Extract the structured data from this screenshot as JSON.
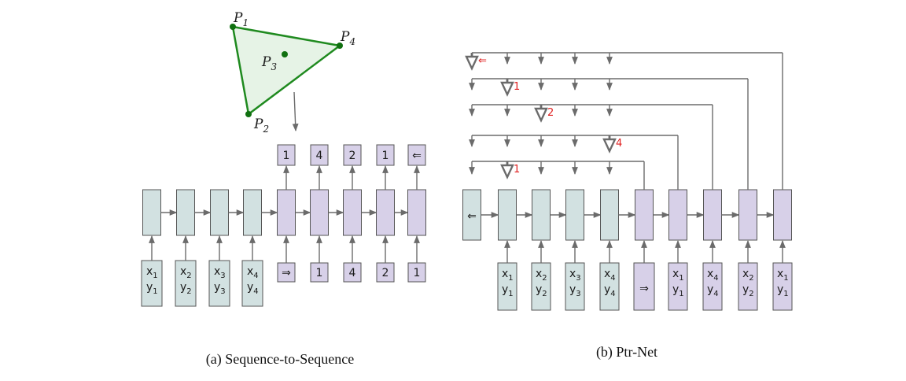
{
  "figure": {
    "caption_a": "(a) Sequence-to-Sequence",
    "caption_b": "(b) Ptr-Net",
    "colors": {
      "encoder_fill": "#d2e1e1",
      "decoder_fill": "#d7d0e8",
      "cell_stroke": "#555555",
      "arrow": "#6b6b6b",
      "polygon_stroke": "#1f8a1f",
      "polygon_fill": "#e6f3e6",
      "point": "#107010",
      "pointer_label": "#e02020"
    }
  },
  "polygon": {
    "points": [
      {
        "letter": "P",
        "sub": "1"
      },
      {
        "letter": "P",
        "sub": "4"
      },
      {
        "letter": "P",
        "sub": "3"
      },
      {
        "letter": "P",
        "sub": "2"
      }
    ]
  },
  "seq2seq": {
    "encoder_inputs": [
      {
        "x": "x",
        "xs": "1",
        "y": "y",
        "ys": "1"
      },
      {
        "x": "x",
        "xs": "2",
        "y": "y",
        "ys": "2"
      },
      {
        "x": "x",
        "xs": "3",
        "y": "y",
        "ys": "3"
      },
      {
        "x": "x",
        "xs": "4",
        "y": "y",
        "ys": "4"
      }
    ],
    "decoder_inputs": [
      "⇒",
      "1",
      "4",
      "2",
      "1"
    ],
    "decoder_outputs": [
      "1",
      "4",
      "2",
      "1",
      "⇐"
    ]
  },
  "ptrnet": {
    "first_cell_label": "⇐",
    "encoder_inputs": [
      {
        "x": "x",
        "xs": "1",
        "y": "y",
        "ys": "1"
      },
      {
        "x": "x",
        "xs": "2",
        "y": "y",
        "ys": "2"
      },
      {
        "x": "x",
        "xs": "3",
        "y": "y",
        "ys": "3"
      },
      {
        "x": "x",
        "xs": "4",
        "y": "y",
        "ys": "4"
      }
    ],
    "start_symbol": "⇒",
    "decoder_inputs": [
      {
        "x": "x",
        "xs": "1",
        "y": "y",
        "ys": "1"
      },
      {
        "x": "x",
        "xs": "4",
        "y": "y",
        "ys": "4"
      },
      {
        "x": "x",
        "xs": "2",
        "y": "y",
        "ys": "2"
      },
      {
        "x": "x",
        "xs": "1",
        "y": "y",
        "ys": "1"
      }
    ],
    "pointer_labels": [
      "⇐",
      "1",
      "2",
      "4",
      "1"
    ]
  }
}
